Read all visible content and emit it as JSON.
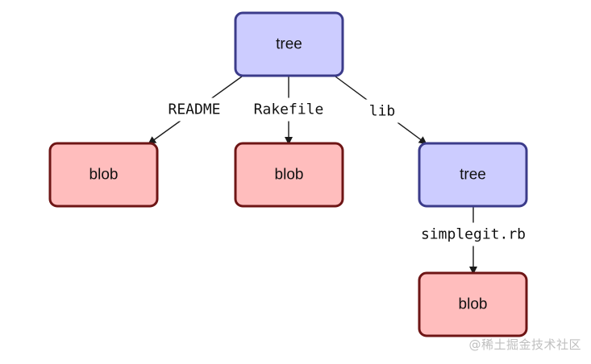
{
  "colors": {
    "tree_fill": "#ccccff",
    "tree_stroke": "#3b3b8a",
    "blob_fill": "#ffbdbd",
    "blob_stroke": "#6e1515",
    "edge": "#1a1a1a"
  },
  "nodes": [
    {
      "id": "root_tree",
      "label": "tree",
      "kind": "tree"
    },
    {
      "id": "blob_readme",
      "label": "blob",
      "kind": "blob"
    },
    {
      "id": "blob_rakefile",
      "label": "blob",
      "kind": "blob"
    },
    {
      "id": "lib_tree",
      "label": "tree",
      "kind": "tree"
    },
    {
      "id": "blob_simplegit",
      "label": "blob",
      "kind": "blob"
    }
  ],
  "edges": [
    {
      "from": "root_tree",
      "to": "blob_readme",
      "label": "README"
    },
    {
      "from": "root_tree",
      "to": "blob_rakefile",
      "label": "Rakefile"
    },
    {
      "from": "root_tree",
      "to": "lib_tree",
      "label": "lib"
    },
    {
      "from": "lib_tree",
      "to": "blob_simplegit",
      "label": "simplegit.rb"
    }
  ],
  "watermark": "@稀土掘金技术社区"
}
